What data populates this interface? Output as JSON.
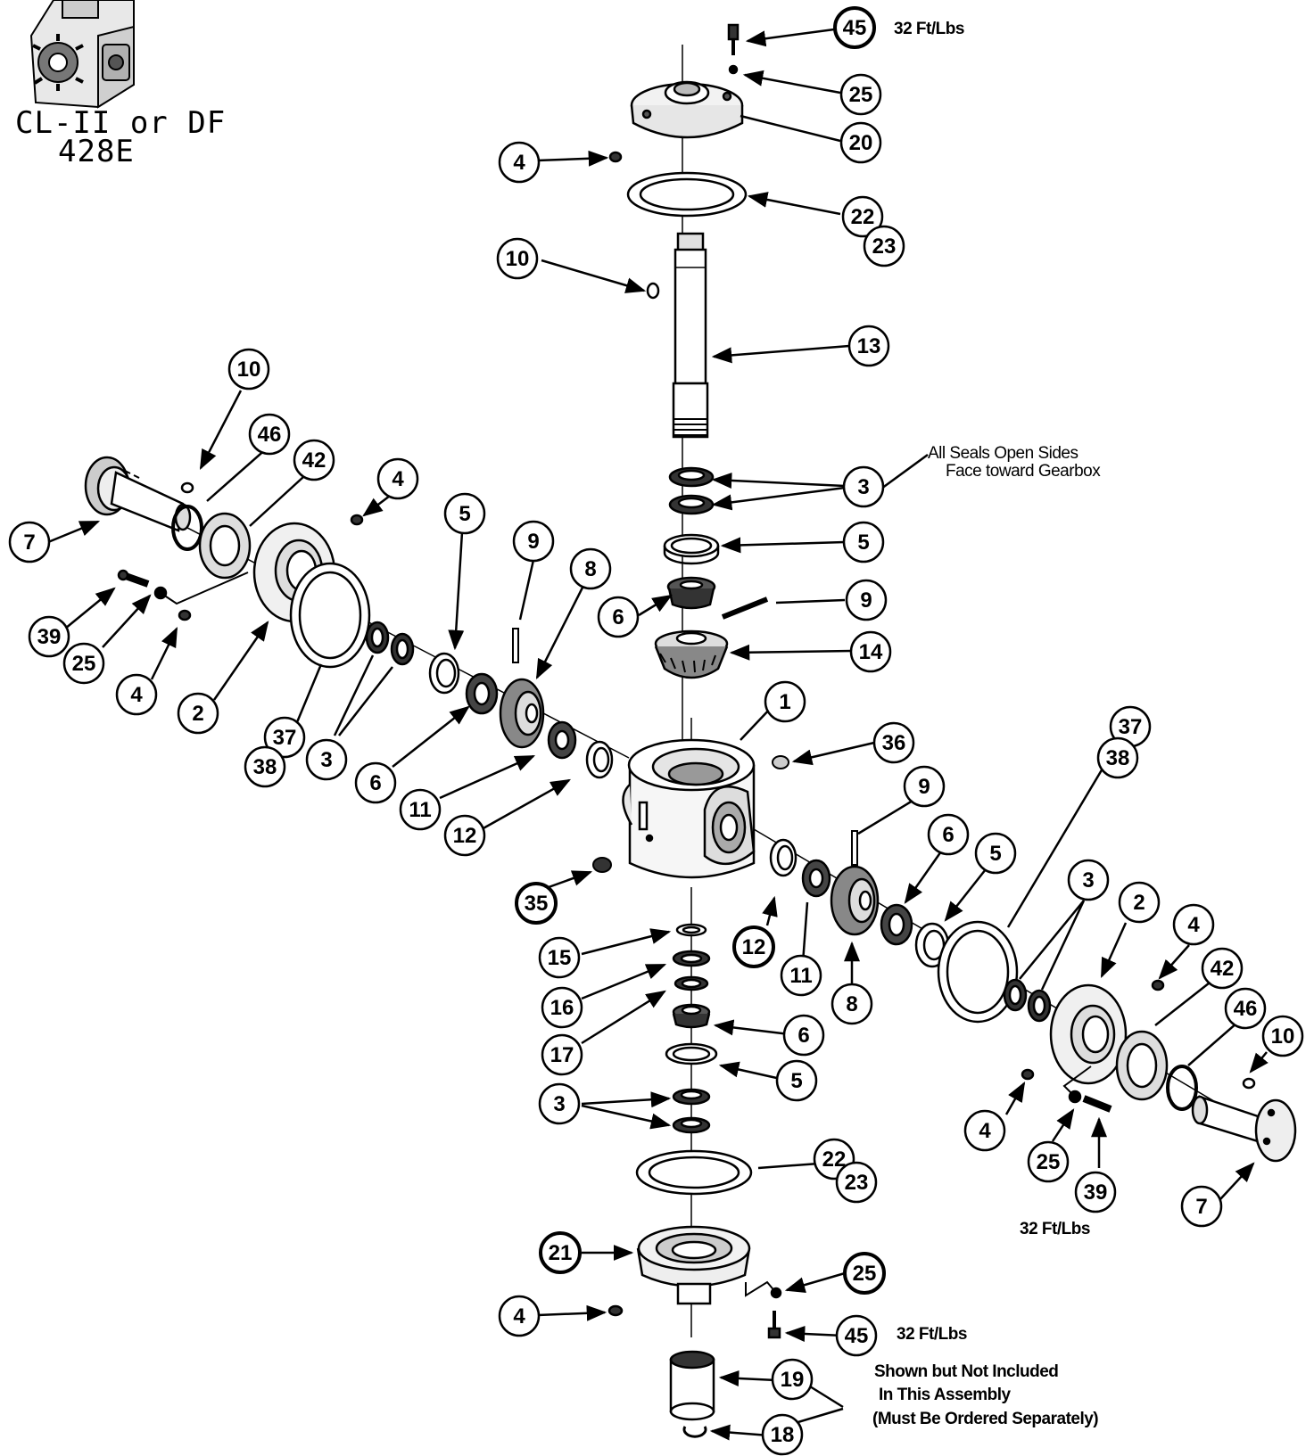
{
  "model": {
    "title_line1": "CL-II or DF",
    "title_line2": "428E"
  },
  "notes": {
    "torque_top": "32 Ft/Lbs",
    "torque_right": "32 Ft/Lbs",
    "torque_bottom": "32 Ft/Lbs",
    "seals_line1": "All Seals Open Sides",
    "seals_line2": "Face toward Gearbox",
    "not_included_line1": "Shown but Not Included",
    "not_included_line2": "In This Assembly",
    "not_included_line3": "(Must Be Ordered Separately)"
  },
  "callouts": [
    {
      "id": "c-45-top",
      "label": "45",
      "bold": true
    },
    {
      "id": "c-25-top",
      "label": "25"
    },
    {
      "id": "c-20",
      "label": "20"
    },
    {
      "id": "c-4-top",
      "label": "4"
    },
    {
      "id": "c-22-top",
      "label": "22"
    },
    {
      "id": "c-23-top",
      "label": "23"
    },
    {
      "id": "c-10-top",
      "label": "10"
    },
    {
      "id": "c-13",
      "label": "13"
    },
    {
      "id": "c-3-vert-top",
      "label": "3"
    },
    {
      "id": "c-5-vert-top",
      "label": "5"
    },
    {
      "id": "c-6-vert-top",
      "label": "6"
    },
    {
      "id": "c-9-vert-top",
      "label": "9"
    },
    {
      "id": "c-14",
      "label": "14"
    },
    {
      "id": "c-10-left",
      "label": "10"
    },
    {
      "id": "c-46-left",
      "label": "46"
    },
    {
      "id": "c-42-left",
      "label": "42"
    },
    {
      "id": "c-4-left-top",
      "label": "4"
    },
    {
      "id": "c-7-left",
      "label": "7"
    },
    {
      "id": "c-5-left",
      "label": "5"
    },
    {
      "id": "c-9-left",
      "label": "9"
    },
    {
      "id": "c-8-left",
      "label": "8"
    },
    {
      "id": "c-39-left",
      "label": "39"
    },
    {
      "id": "c-25-left",
      "label": "25"
    },
    {
      "id": "c-4-left-bottom",
      "label": "4"
    },
    {
      "id": "c-2-left",
      "label": "2"
    },
    {
      "id": "c-37-left",
      "label": "37"
    },
    {
      "id": "c-38-left",
      "label": "38"
    },
    {
      "id": "c-3-left",
      "label": "3"
    },
    {
      "id": "c-6-left",
      "label": "6"
    },
    {
      "id": "c-11-left",
      "label": "11"
    },
    {
      "id": "c-12-left",
      "label": "12"
    },
    {
      "id": "c-1",
      "label": "1"
    },
    {
      "id": "c-36",
      "label": "36"
    },
    {
      "id": "c-35",
      "label": "35",
      "bold": true
    },
    {
      "id": "c-37-right",
      "label": "37"
    },
    {
      "id": "c-38-right",
      "label": "38"
    },
    {
      "id": "c-9-right",
      "label": "9"
    },
    {
      "id": "c-6-right",
      "label": "6"
    },
    {
      "id": "c-5-right",
      "label": "5"
    },
    {
      "id": "c-3-right",
      "label": "3"
    },
    {
      "id": "c-2-right",
      "label": "2"
    },
    {
      "id": "c-4-right-top",
      "label": "4"
    },
    {
      "id": "c-42-right",
      "label": "42"
    },
    {
      "id": "c-46-right",
      "label": "46"
    },
    {
      "id": "c-10-right",
      "label": "10"
    },
    {
      "id": "c-12-right",
      "label": "12",
      "bold": true
    },
    {
      "id": "c-11-right",
      "label": "11"
    },
    {
      "id": "c-8-right",
      "label": "8"
    },
    {
      "id": "c-4-right-bottom",
      "label": "4"
    },
    {
      "id": "c-25-right",
      "label": "25"
    },
    {
      "id": "c-39-right",
      "label": "39"
    },
    {
      "id": "c-7-right",
      "label": "7"
    },
    {
      "id": "c-15",
      "label": "15"
    },
    {
      "id": "c-16",
      "label": "16"
    },
    {
      "id": "c-17",
      "label": "17"
    },
    {
      "id": "c-6-vert-bottom",
      "label": "6"
    },
    {
      "id": "c-5-vert-bottom",
      "label": "5"
    },
    {
      "id": "c-3-vert-bottom",
      "label": "3"
    },
    {
      "id": "c-22-bottom",
      "label": "22"
    },
    {
      "id": "c-23-bottom",
      "label": "23"
    },
    {
      "id": "c-21",
      "label": "21",
      "bold": true
    },
    {
      "id": "c-25-bottom",
      "label": "25",
      "bold": true
    },
    {
      "id": "c-4-bottom",
      "label": "4"
    },
    {
      "id": "c-45-bottom",
      "label": "45"
    },
    {
      "id": "c-19",
      "label": "19"
    },
    {
      "id": "c-18",
      "label": "18"
    }
  ]
}
